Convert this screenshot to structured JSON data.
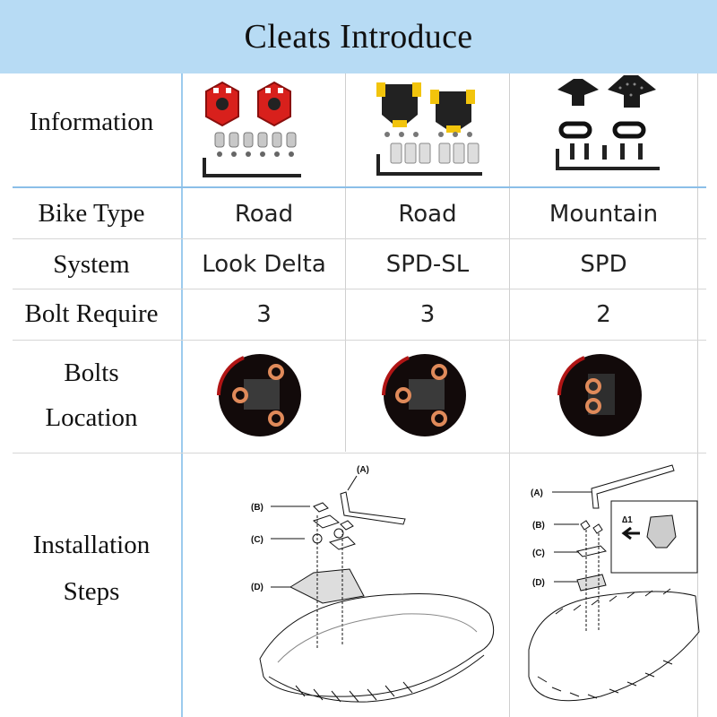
{
  "title": "Cleats Introduce",
  "rows": {
    "information": "Information",
    "bike_type": "Bike Type",
    "system": "System",
    "bolt_require": "Bolt Require",
    "bolts_location_1": "Bolts",
    "bolts_location_2": "Location",
    "installation_1": "Installation",
    "installation_2": "Steps"
  },
  "columns": [
    {
      "bike_type": "Road",
      "system": "Look Delta",
      "bolts": "3",
      "cleat_color": "#d8201c"
    },
    {
      "bike_type": "Road",
      "system": "SPD-SL",
      "bolts": "3",
      "cleat_color": "#f2c40c"
    },
    {
      "bike_type": "Mountain",
      "system": "SPD",
      "bolts": "2",
      "cleat_color": "#1a1a1a"
    }
  ],
  "diagram_labels": {
    "road": {
      "a": "(A)",
      "b": "(B)",
      "c": "(C)",
      "d": "(D)"
    },
    "mountain": {
      "a": "(A)",
      "b": "(B)",
      "c": "(C)",
      "d": "(D)",
      "note": "∆1"
    }
  },
  "colors": {
    "banner": "#b7dbf4",
    "divider": "#9ccbee"
  }
}
